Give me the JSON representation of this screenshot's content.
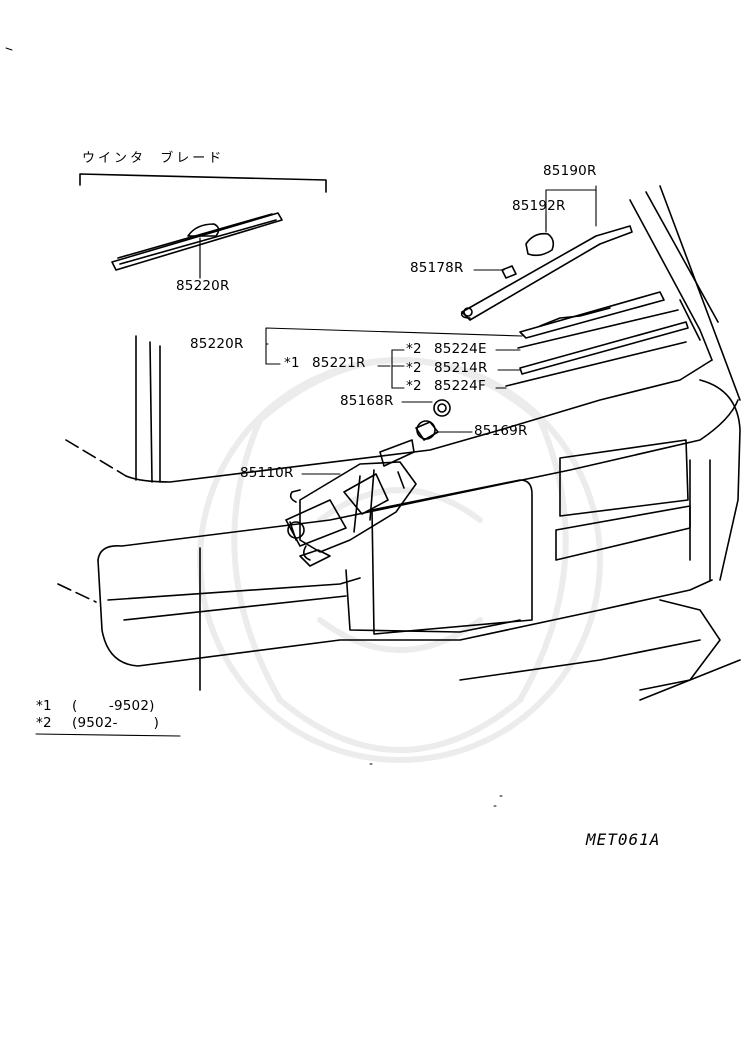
{
  "title_jp": "ウインタ  ブレード",
  "parts": [
    {
      "id": "p85220R_top",
      "number": "85220R"
    },
    {
      "id": "p85190R",
      "number": "85190R"
    },
    {
      "id": "p85192R",
      "number": "85192R"
    },
    {
      "id": "p85178R",
      "number": "85178R"
    },
    {
      "id": "p85220R_mid",
      "number": "85220R"
    },
    {
      "id": "p85221R",
      "number": "85221R",
      "marker": "*1"
    },
    {
      "id": "p85224E",
      "number": "85224E",
      "marker": "*2"
    },
    {
      "id": "p85214R",
      "number": "85214R",
      "marker": "*2"
    },
    {
      "id": "p85224F",
      "number": "85224F",
      "marker": "*2"
    },
    {
      "id": "p85168R",
      "number": "85168R"
    },
    {
      "id": "p85169R",
      "number": "85169R"
    },
    {
      "id": "p85110R",
      "number": "85110R"
    }
  ],
  "footnotes": [
    {
      "marker": "*1",
      "range": "(       -9502)"
    },
    {
      "marker": "*2",
      "range": "(9502-        )"
    }
  ],
  "diagram_code": "MET061A",
  "colors": {
    "line": "#000000",
    "background": "#ffffff"
  }
}
